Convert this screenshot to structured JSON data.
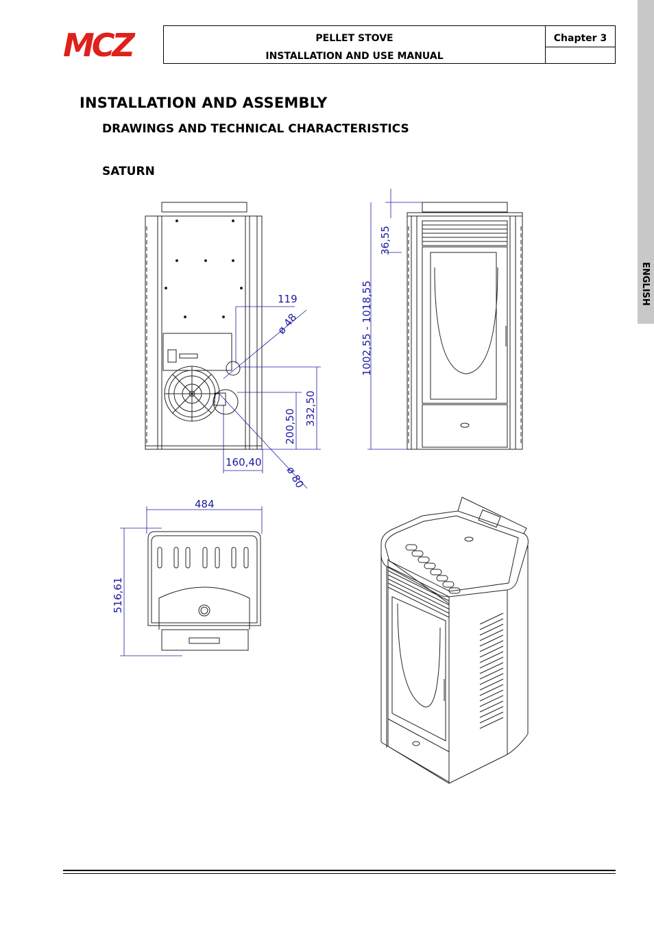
{
  "logo": {
    "text": "MCZ",
    "color": "#e0201b"
  },
  "header": {
    "title": "PELLET STOVE",
    "subtitle": "INSTALLATION AND USE MANUAL",
    "chapter": "Chapter 3"
  },
  "side_tab": {
    "label": "ENGLISH"
  },
  "section_title": "INSTALLATION AND ASSEMBLY",
  "subsection_title": "DRAWINGS AND TECHNICAL CHARACTERISTICS",
  "model_name": "SATURN",
  "dimensions": {
    "top_offset": "36,55",
    "height": "1002,55 - 1018,55",
    "outlet_x": "119",
    "outlet_diameter": "ø 48",
    "flue_height_outer": "332,50",
    "flue_height_inner": "200,50",
    "flue_x": "160,40",
    "flue_diameter": "ø 80",
    "width": "484",
    "depth": "516,61"
  }
}
